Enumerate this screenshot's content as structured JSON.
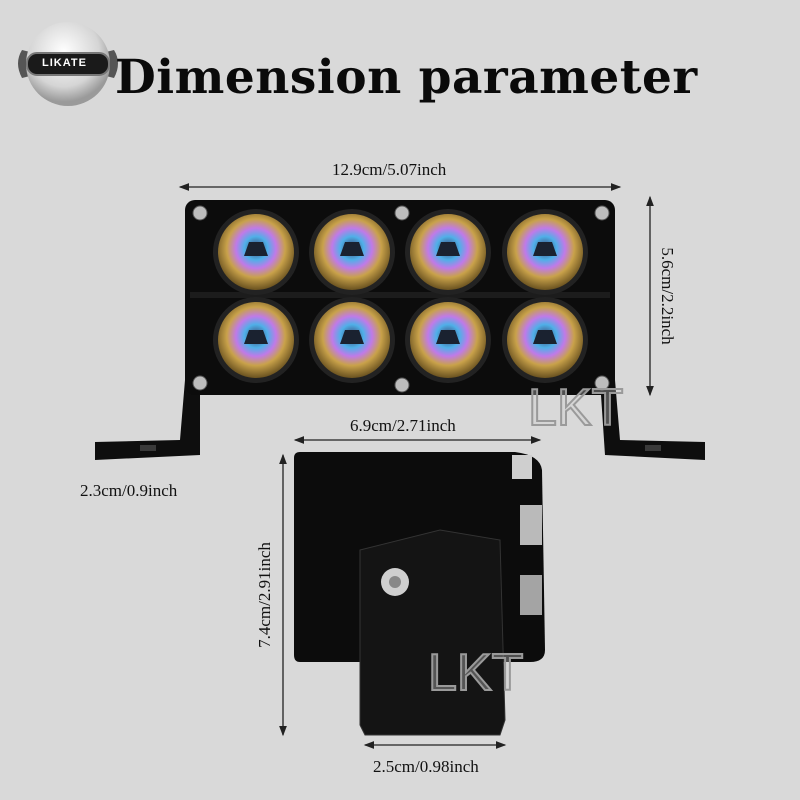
{
  "logo": {
    "brand": "LIKATE"
  },
  "title": "Dimension parameter",
  "watermark": "LKT",
  "dimensions": {
    "front_width": "12.9cm/5.07inch",
    "front_height": "5.6cm/2.2inch",
    "bracket_depth": "2.3cm/0.9inch",
    "side_width": "6.9cm/2.71inch",
    "side_height": "7.4cm/2.91inch",
    "base_width": "2.5cm/0.98inch"
  },
  "product": {
    "lens_count": 8,
    "lens_rows": 2,
    "lens_cols": 4
  },
  "colors": {
    "background": "#d9d9d9",
    "housing": "#0c0c0c",
    "lens_gold": "#b8943a",
    "lens_violet": "#b46ee0",
    "lens_blue": "#4fb0e8"
  }
}
